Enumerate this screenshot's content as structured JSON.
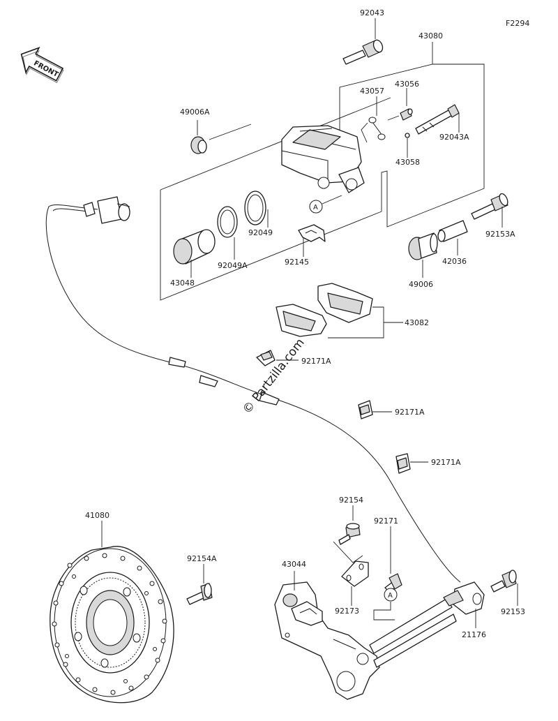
{
  "figure_code": "F2294",
  "front_label": "FRONT",
  "watermark": "© Partzilla.com",
  "callout_marker": "A",
  "parts": {
    "p92043": "92043",
    "p43080": "43080",
    "p43057": "43057",
    "p43056": "43056",
    "p49006A": "49006A",
    "p92043A": "92043A",
    "p43058": "43058",
    "p92153A": "92153A",
    "p92049": "92049",
    "p92145": "92145",
    "p92049A": "92049A",
    "p42036": "42036",
    "p43048": "43048",
    "p49006": "49006",
    "p43082": "43082",
    "p92171A_1": "92171A",
    "p92171A_2": "92171A",
    "p92171A_3": "92171A",
    "p92154": "92154",
    "p92171": "92171",
    "p41080": "41080",
    "p92154A": "92154A",
    "p43044": "43044",
    "p92153": "92153",
    "p92173": "92173",
    "p21176": "21176"
  }
}
